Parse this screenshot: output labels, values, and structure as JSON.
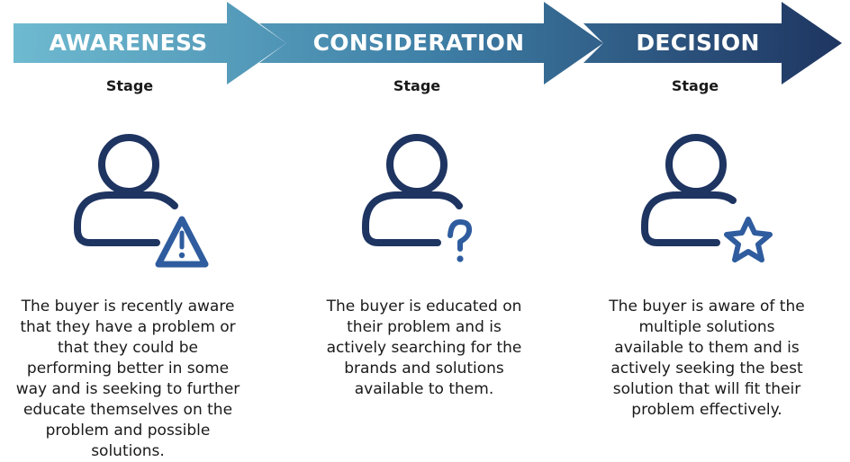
{
  "stages": [
    {
      "title": "AWARENESS",
      "subtitle": "Stage",
      "icon": "user-warning-icon",
      "lines": [
        "The buyer is recently aware",
        "that they have a problem or",
        "that they could be",
        "performing better in some",
        "way and is seeking to further",
        "educate themselves on the",
        "problem and possible",
        "solutions."
      ]
    },
    {
      "title": "CONSIDERATION",
      "subtitle": "Stage",
      "icon": "user-question-icon",
      "lines": [
        "The buyer is educated on",
        "their problem and is",
        "actively searching for the",
        "brands and solutions",
        "available to them."
      ]
    },
    {
      "title": "DECISION",
      "subtitle": "Stage",
      "icon": "user-star-icon",
      "lines": [
        "The buyer is aware of the",
        "multiple solutions",
        "available to them and is",
        "actively seeking the best",
        "solution that will fit their",
        "problem effectively."
      ]
    }
  ],
  "colors": {
    "arrow_start": "#6ebad0",
    "arrow_mid": "#3f7fa6",
    "arrow_end": "#1e3561",
    "icon_stroke": "#1e3461",
    "icon_accent": "#2f5c9e"
  }
}
